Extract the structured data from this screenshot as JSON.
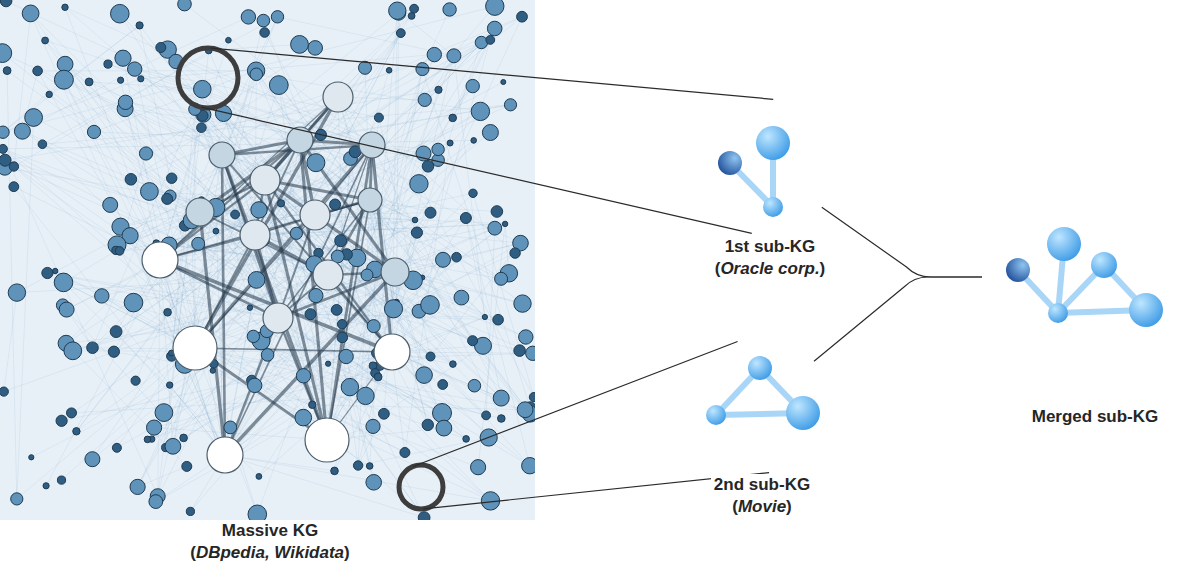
{
  "diagram": {
    "nodes": [
      {
        "text": [
          "Massive KG",
          "(DBpedia, Wikidata)"
        ]
      },
      {
        "text": [
          "1st sub-KG",
          "(Oracle corp.)"
        ]
      },
      {
        "text": [
          "2nd sub-KG",
          "(Movie)"
        ]
      },
      {
        "text": [
          "Merged sub-KG"
        ]
      }
    ],
    "edges": [
      {
        "from": 0,
        "to": 1,
        "arrow": "none"
      },
      {
        "from": 0,
        "to": 2,
        "arrow": "none"
      },
      {
        "from": 1,
        "to": 3,
        "arrow": "none"
      },
      {
        "from": 2,
        "to": 3,
        "arrow": "none"
      }
    ]
  }
}
